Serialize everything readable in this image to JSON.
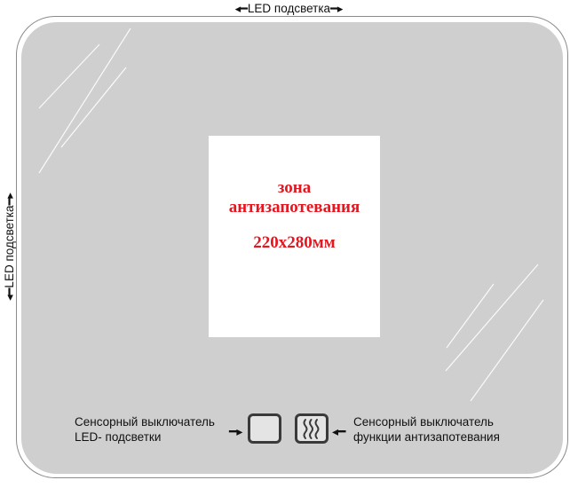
{
  "led_backlight_top": "LED подсветка",
  "led_backlight_side": "LED подсветка",
  "antifog_zone": {
    "title_line1": "зона",
    "title_line2": "антизапотевания",
    "size": "220x280мм"
  },
  "led_switch_caption": {
    "line1": "Сенсорный выключатель",
    "line2": "LED- подсветки"
  },
  "antifog_switch_caption": {
    "line1": "Сенсорный выключатель",
    "line2": "функции антизапотевания"
  },
  "colors": {
    "glass": "#cfcfcf",
    "zone_text": "#e5161f",
    "frame": "#8a8a8a"
  },
  "icons": [
    "left-right-arrow-icon",
    "up-down-arrow-icon",
    "square-touch-icon",
    "heat-waves-icon",
    "pointer-arrow-icon"
  ]
}
